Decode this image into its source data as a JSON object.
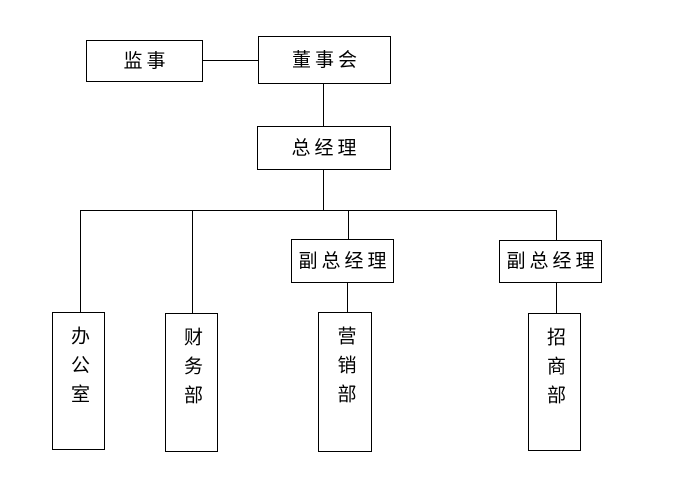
{
  "diagram": {
    "type": "org-chart",
    "colors": {
      "background": "#ffffff",
      "box_border": "#000000",
      "line": "#000000",
      "text": "#000000"
    },
    "nodes": {
      "supervisor": {
        "label": "监事"
      },
      "board": {
        "label": "董事会"
      },
      "gm": {
        "label": "总经理"
      },
      "dgm1": {
        "label": "副总经理"
      },
      "dgm2": {
        "label": "副总经理"
      },
      "office": {
        "label": "办公室"
      },
      "finance": {
        "label": "财务部"
      },
      "marketing": {
        "label": "营销部"
      },
      "investment": {
        "label": "招商部"
      }
    },
    "edges": [
      {
        "from": "supervisor",
        "to": "board",
        "style": "lateral"
      },
      {
        "from": "board",
        "to": "gm",
        "style": "reports"
      },
      {
        "from": "gm",
        "to": "office",
        "style": "reports"
      },
      {
        "from": "gm",
        "to": "finance",
        "style": "reports"
      },
      {
        "from": "gm",
        "to": "dgm1",
        "style": "reports"
      },
      {
        "from": "gm",
        "to": "dgm2",
        "style": "reports"
      },
      {
        "from": "dgm1",
        "to": "marketing",
        "style": "reports"
      },
      {
        "from": "dgm2",
        "to": "investment",
        "style": "reports"
      }
    ]
  }
}
